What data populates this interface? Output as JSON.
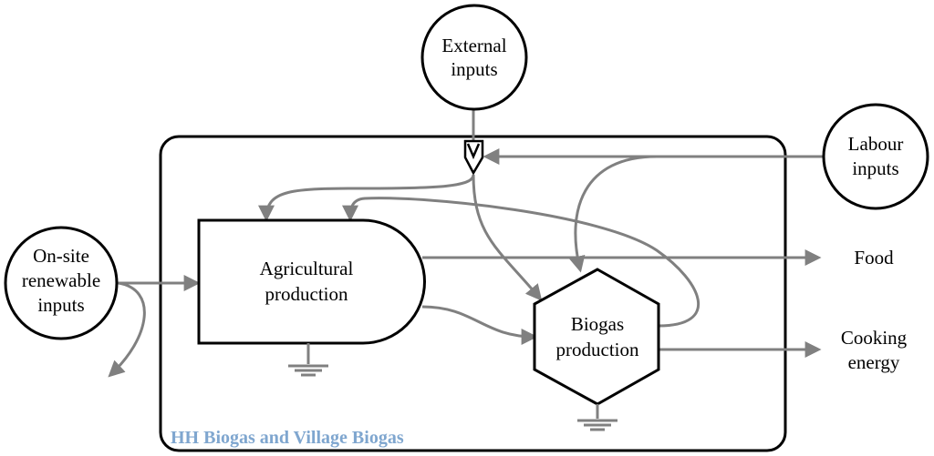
{
  "system_label": "HH Biogas and Village Biogas",
  "sources": {
    "external": [
      "External",
      "inputs"
    ],
    "labour": [
      "Labour",
      "inputs"
    ],
    "onsite": [
      "On-site",
      "renewable",
      "inputs"
    ]
  },
  "processes": {
    "agricultural": [
      "Agricultural",
      "production"
    ],
    "biogas": [
      "Biogas",
      "production"
    ]
  },
  "outputs": {
    "food": "Food",
    "cooking_energy": [
      "Cooking",
      "energy"
    ]
  },
  "colors": {
    "flow": "#808080",
    "system_label": "#7fa6cf",
    "outline": "#000000"
  }
}
